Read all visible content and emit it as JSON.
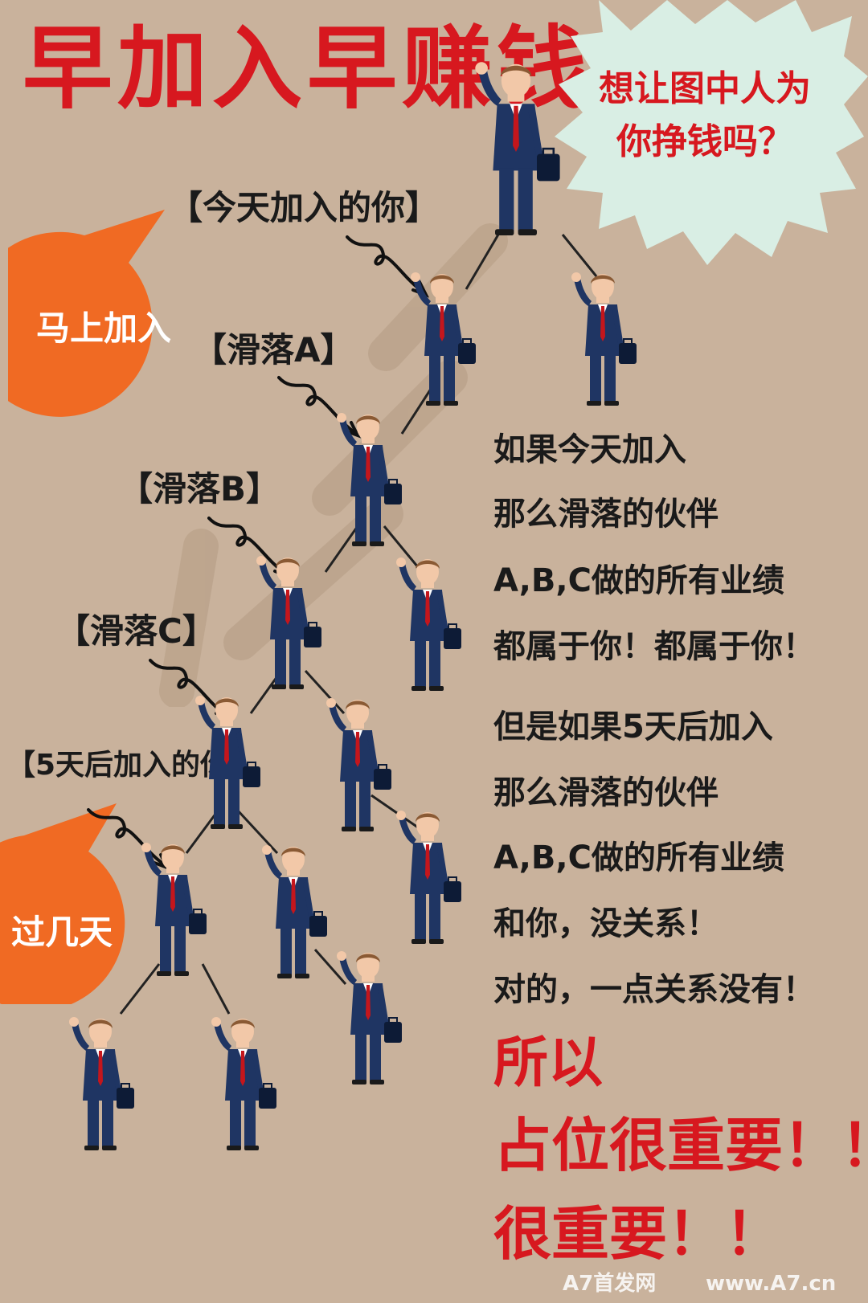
{
  "title": "早加入早赚钱",
  "burst": {
    "line1": "想让图中人为",
    "line2": "你挣钱吗？"
  },
  "bubbles": {
    "join_now": "马上加入",
    "few_days": "过几天"
  },
  "labels": {
    "today": "【今天加入的你】",
    "slide_a": "【滑落A】",
    "slide_b": "【滑落B】",
    "slide_c": "【滑落C】",
    "five_days": "【5天后加入的你】"
  },
  "side_text": [
    "如果今天加入",
    "那么滑落的伙伴",
    "A,B,C做的所有业绩",
    "都属于你！都属于你！",
    "但是如果5天后加入",
    "那么滑落的伙伴",
    "A,B,C做的所有业绩",
    "和你，没关系！",
    "对的，一点关系没有！"
  ],
  "conclusion": {
    "line1": "所以",
    "line2": "占位很重要！！",
    "line3": "很重要！！"
  },
  "watermark": {
    "left": "A7首发网",
    "right": "www.A7.cn"
  },
  "colors": {
    "background": "#c9b29c",
    "title_red": "#d7181f",
    "bubble_orange": "#f06a23",
    "burst_mint": "#d9eee4",
    "suit_navy": "#1f3563"
  },
  "icons": {
    "person": "businessman-icon",
    "arrow": "curly-arrow-icon"
  }
}
